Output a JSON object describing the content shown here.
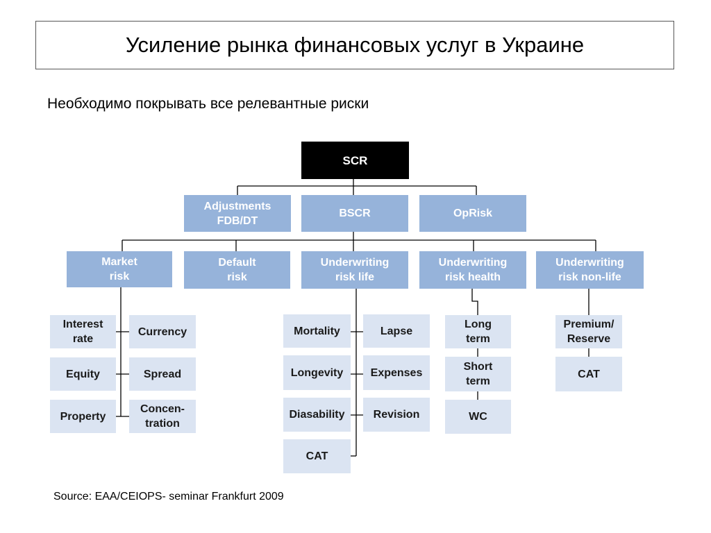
{
  "slide": {
    "title": "Усиление рынка финансовых услуг в Украине",
    "subtitle": "Необходимо покрывать все релевантные риски",
    "source": "Source: EAA/CEIOPS- seminar Frankfurt 2009"
  },
  "colors": {
    "root_fill": "#000000",
    "tier_fill": "#96b3da",
    "leaf_fill": "#dbe4f2",
    "connector": "#000000"
  },
  "diagram": {
    "root": "SCR",
    "tier1": {
      "adjustments": "Adjustments\nFDB/DT",
      "bscr": "BSCR",
      "oprisk": "OpRisk"
    },
    "modules": {
      "market": {
        "label": "Market\nrisk",
        "leaves": {
          "interest": "Interest\nrate",
          "currency": "Currency",
          "equity": "Equity",
          "spread": "Spread",
          "property": "Property",
          "concentration": "Concen-\ntration"
        }
      },
      "default": {
        "label": "Default\nrisk"
      },
      "life": {
        "label": "Underwriting\nrisk life",
        "leaves": {
          "mortality": "Mortality",
          "lapse": "Lapse",
          "longevity": "Longevity",
          "expenses": "Expenses",
          "disability": "Diasability",
          "revision": "Revision",
          "cat": "CAT"
        }
      },
      "health": {
        "label": "Underwriting\nrisk health",
        "leaves": {
          "long_term": "Long\nterm",
          "short_term": "Short\nterm",
          "wc": "WC"
        }
      },
      "nonlife": {
        "label": "Underwriting\nrisk non-life",
        "leaves": {
          "premium_reserve": "Premium/\nReserve",
          "cat": "CAT"
        }
      }
    }
  }
}
